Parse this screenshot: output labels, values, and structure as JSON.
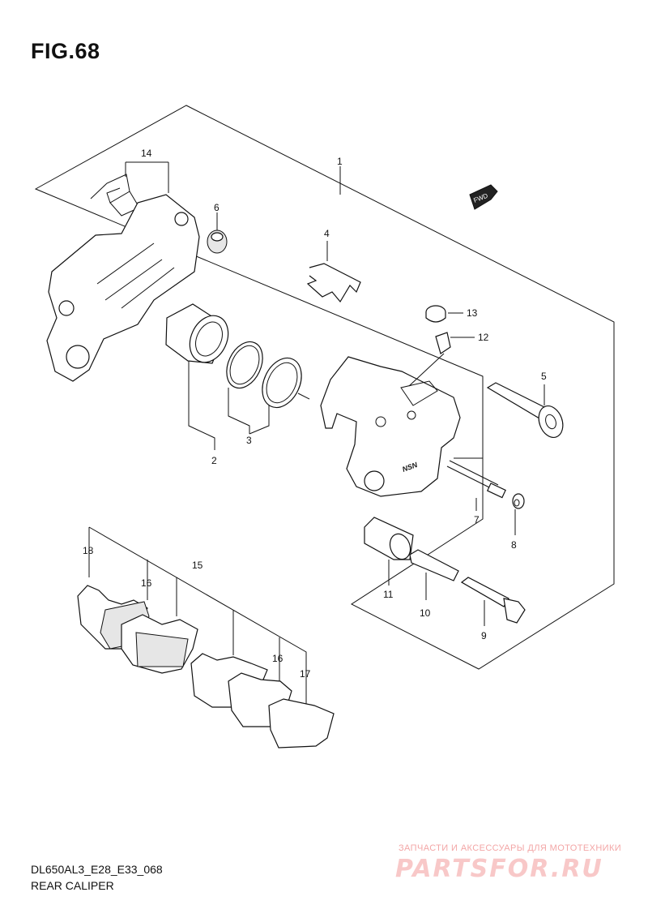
{
  "figure": {
    "title": "FIG.68",
    "code": "DL650AL3_E28_E33_068",
    "caption": "REAR CALIPER"
  },
  "direction_badge": "FWD",
  "callouts": [
    {
      "id": "p1",
      "label": "1"
    },
    {
      "id": "p2",
      "label": "2"
    },
    {
      "id": "p3",
      "label": "3"
    },
    {
      "id": "p4",
      "label": "4"
    },
    {
      "id": "p5",
      "label": "5"
    },
    {
      "id": "p6",
      "label": "6"
    },
    {
      "id": "p7",
      "label": "7"
    },
    {
      "id": "p8",
      "label": "8"
    },
    {
      "id": "p9",
      "label": "9"
    },
    {
      "id": "p10",
      "label": "10"
    },
    {
      "id": "p11",
      "label": "11"
    },
    {
      "id": "p12",
      "label": "12"
    },
    {
      "id": "p13",
      "label": "13"
    },
    {
      "id": "p14",
      "label": "14"
    },
    {
      "id": "p15",
      "label": "15"
    },
    {
      "id": "p16a",
      "label": "16"
    },
    {
      "id": "p16b",
      "label": "16"
    },
    {
      "id": "p17",
      "label": "17"
    },
    {
      "id": "p18",
      "label": "18"
    }
  ],
  "watermark": {
    "tagline": "ЗАПЧАСТИ И АКСЕССУАРЫ ДЛЯ МОТОТЕХНИКИ",
    "logo": "PARTSFOR.RU"
  }
}
